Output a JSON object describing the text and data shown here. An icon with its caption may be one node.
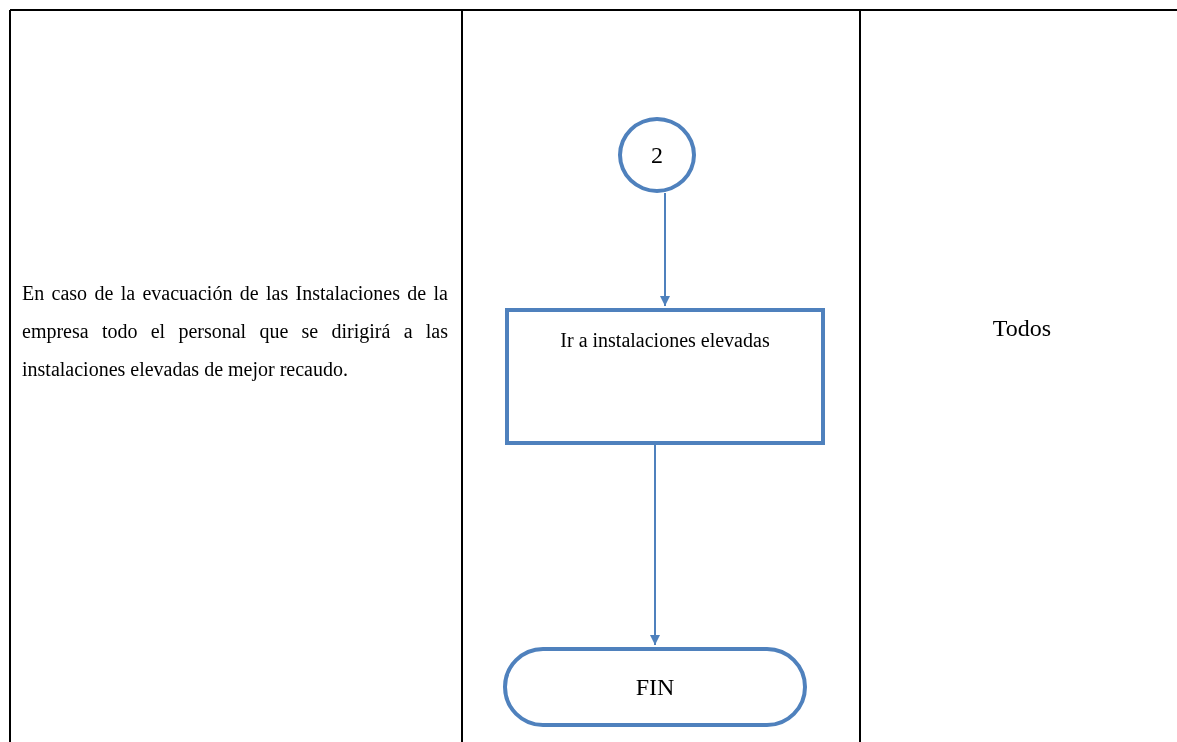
{
  "diagram": {
    "nodes": [
      {
        "text": [
          "2"
        ]
      },
      {
        "text": [
          "Ir a instalaciones elevadas"
        ]
      },
      {
        "text": [
          "FIN"
        ]
      }
    ],
    "edges": [
      {
        "from": 0,
        "to": 1,
        "arrow": "to"
      },
      {
        "from": 1,
        "to": 2,
        "arrow": "to"
      }
    ],
    "labels": [
      "En caso de la evacuación de las Instalaciones de la empresa todo el personal que se dirigirá a las instalaciones elevadas de mejor recaudo.",
      "Todos"
    ]
  }
}
